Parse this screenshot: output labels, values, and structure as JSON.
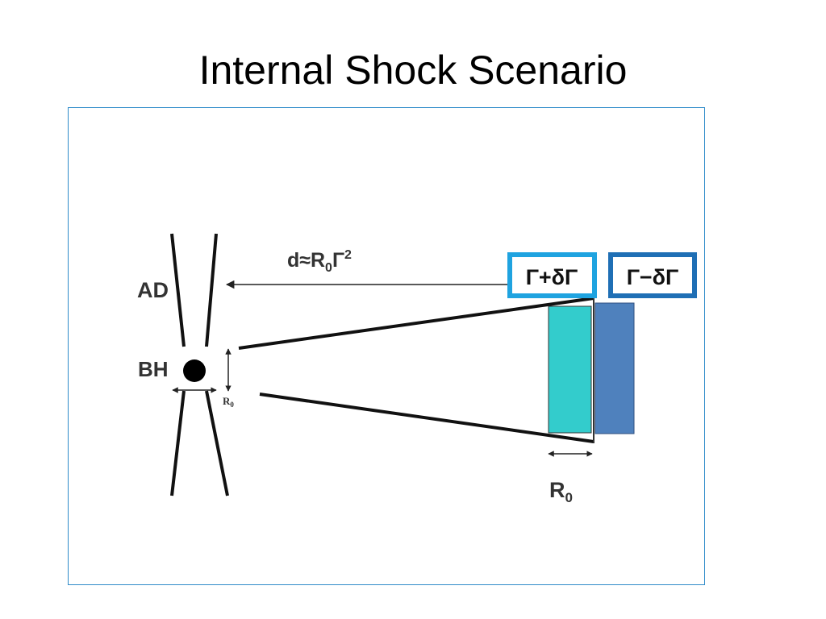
{
  "slide": {
    "title": "Internal Shock Scenario"
  },
  "diagram": {
    "labels": {
      "accretion_disk": "AD",
      "black_hole": "BH",
      "base_width": "R",
      "base_width_sub": "0",
      "distance_prefix": "d≈R",
      "distance_sub": "0",
      "distance_gamma": "Γ",
      "distance_exp": "2",
      "fast_shell": "Γ+δΓ",
      "slow_shell": "Γ−δΓ",
      "shell_width": "R",
      "shell_width_sub": "0"
    },
    "colors": {
      "frame_border": "#2e8bc9",
      "fast_shell_fill": "#33cccc",
      "fast_shell_box": "#1fa3e0",
      "slow_shell_fill": "#4f81bd",
      "slow_shell_box": "#1f6fb5"
    }
  }
}
